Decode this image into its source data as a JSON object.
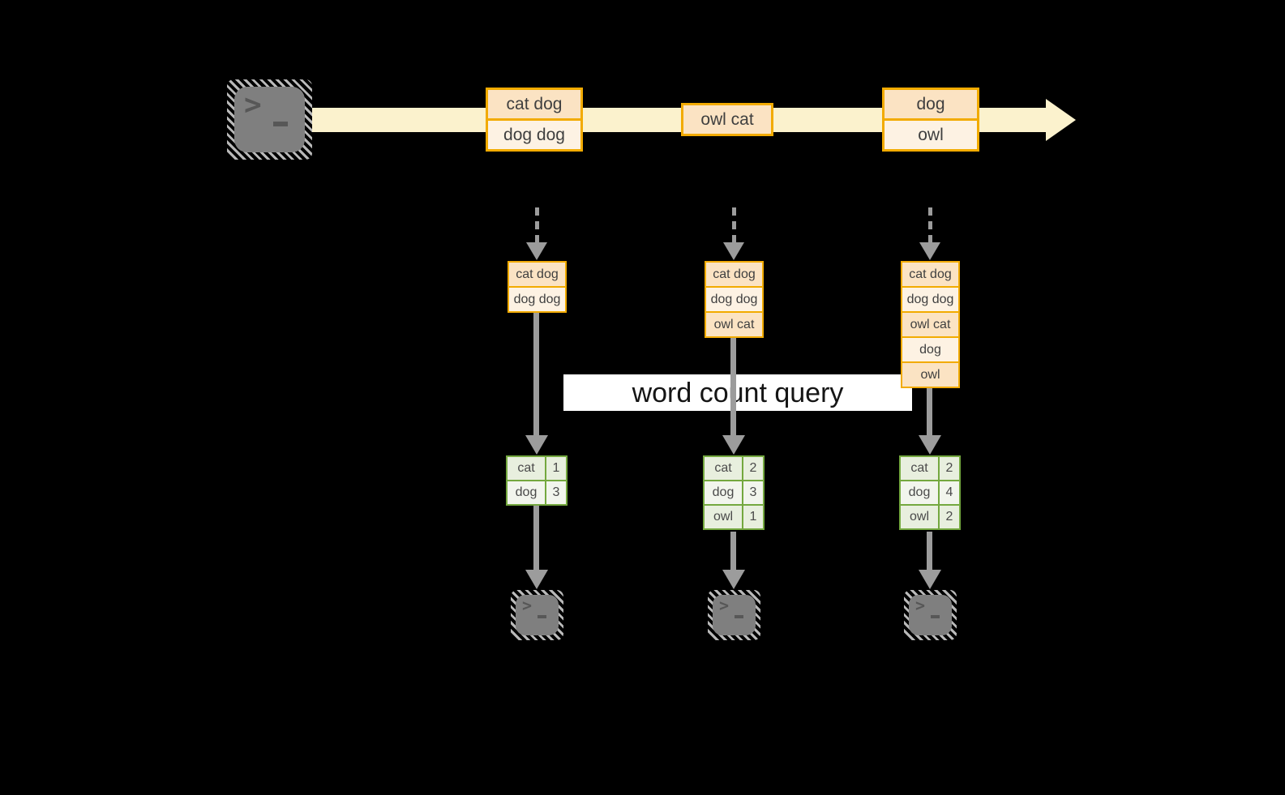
{
  "colors": {
    "background": "#000000",
    "stream_band": "#fbf2cd",
    "amber_border": "#f2ab00",
    "batch_cell_dark": "#fbe3c3",
    "batch_cell_light": "#fdf2e3",
    "green_border": "#74a83f",
    "green_cell_dark": "#e8efde",
    "green_cell_light": "#f2f5ed",
    "arrow_gray": "#9c9c9c",
    "terminal_gray": "#7f7f7f",
    "query_band_bg": "#ffffff"
  },
  "terminal_glyph": {
    "prompt": ">"
  },
  "stream": {
    "batches": [
      {
        "cells": [
          "cat dog",
          "dog dog"
        ]
      },
      {
        "cells": [
          "owl cat"
        ]
      },
      {
        "cells": [
          "dog",
          "owl"
        ]
      }
    ]
  },
  "query": {
    "label": "word count query"
  },
  "stacks": [
    {
      "cells": [
        "cat dog",
        "dog dog"
      ]
    },
    {
      "cells": [
        "cat dog",
        "dog dog",
        "owl cat"
      ]
    },
    {
      "cells": [
        "cat dog",
        "dog dog",
        "owl cat",
        "dog",
        "owl"
      ]
    }
  ],
  "counts": [
    {
      "rows": [
        {
          "word": "cat",
          "count": "1"
        },
        {
          "word": "dog",
          "count": "3"
        }
      ]
    },
    {
      "rows": [
        {
          "word": "cat",
          "count": "2"
        },
        {
          "word": "dog",
          "count": "3"
        },
        {
          "word": "owl",
          "count": "1"
        }
      ]
    },
    {
      "rows": [
        {
          "word": "cat",
          "count": "2"
        },
        {
          "word": "dog",
          "count": "4"
        },
        {
          "word": "owl",
          "count": "2"
        }
      ]
    }
  ]
}
